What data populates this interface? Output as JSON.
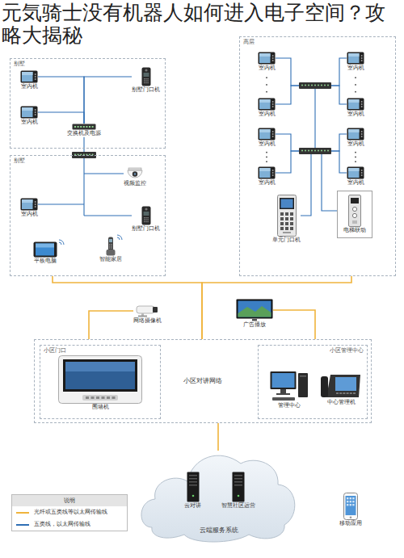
{
  "diagram": {
    "title": "元気骑士没有机器人如何进入电子空间？攻略大揭秘",
    "nodes": [
      {
        "text": [
          "别墅"
        ]
      },
      {
        "text": [
          "室内机"
        ],
        "in": 0
      },
      {
        "text": [
          "室内机"
        ],
        "in": 0
      },
      {
        "text": [
          "别墅门口机"
        ],
        "in": 0
      },
      {
        "text": [
          "交换机及电源"
        ],
        "in": 0
      },
      {
        "text": [
          "别墅"
        ]
      },
      {
        "text": [
          "视频监控"
        ],
        "in": 5
      },
      {
        "text": [
          "室内机"
        ],
        "in": 5
      },
      {
        "text": [
          "别墅门口机"
        ],
        "in": 5
      },
      {
        "text": [
          "平板电脑"
        ],
        "in": 5
      },
      {
        "text": [
          "智能家居"
        ],
        "in": 5
      },
      {
        "text": [
          "高层"
        ]
      },
      {
        "text": [
          "室内机"
        ],
        "in": 11
      },
      {
        "text": [
          "室内机"
        ],
        "in": 11
      },
      {
        "text": [
          "室内机"
        ],
        "in": 11
      },
      {
        "text": [
          "室内机"
        ],
        "in": 11
      },
      {
        "text": [
          "室内机"
        ],
        "in": 11
      },
      {
        "text": [
          "室内机"
        ],
        "in": 11
      },
      {
        "text": [
          "室内机"
        ],
        "in": 11
      },
      {
        "text": [
          "室内机"
        ],
        "in": 11
      },
      {
        "text": [
          "单元门口机"
        ],
        "in": 11
      },
      {
        "text": [
          "电梯联动"
        ],
        "in": 11
      },
      {
        "text": [
          "网络摄像机"
        ]
      },
      {
        "text": [
          "广告播放"
        ]
      },
      {
        "text": [
          "小区对讲网络"
        ]
      },
      {
        "text": [
          "小区门口"
        ],
        "in": 24
      },
      {
        "text": [
          "围墙机"
        ],
        "in": 25
      },
      {
        "text": [
          "小区管理中心"
        ],
        "in": 24
      },
      {
        "text": [
          "管理中心"
        ],
        "in": 27
      },
      {
        "text": [
          "中心管理机"
        ],
        "in": 27
      },
      {
        "text": [
          "云端服务系统"
        ]
      },
      {
        "text": [
          "云对讲"
        ],
        "in": 30
      },
      {
        "text": [
          "智慧社区运营"
        ],
        "in": 30
      },
      {
        "text": [
          "移动应用"
        ]
      }
    ],
    "edges": [
      {
        "from": 1,
        "to": 4,
        "arrow": "none"
      },
      {
        "from": 2,
        "to": 4,
        "arrow": "none"
      },
      {
        "from": 3,
        "to": 4,
        "arrow": "none"
      },
      {
        "from": 5,
        "to": 24,
        "arrow": "none"
      },
      {
        "from": 11,
        "to": 24,
        "arrow": "none"
      },
      {
        "from": 22,
        "to": 24,
        "arrow": "none"
      },
      {
        "from": 23,
        "to": 24,
        "arrow": "none"
      },
      {
        "from": 24,
        "to": 30,
        "arrow": "none"
      }
    ],
    "labels": [
      "说明"
    ],
    "legend": [
      {
        "text": "光纤或五类线等以太网传输线",
        "color": "#f0b43c"
      },
      {
        "text": "五类线，以太网传输线",
        "color": "#2f6fb5"
      }
    ]
  }
}
